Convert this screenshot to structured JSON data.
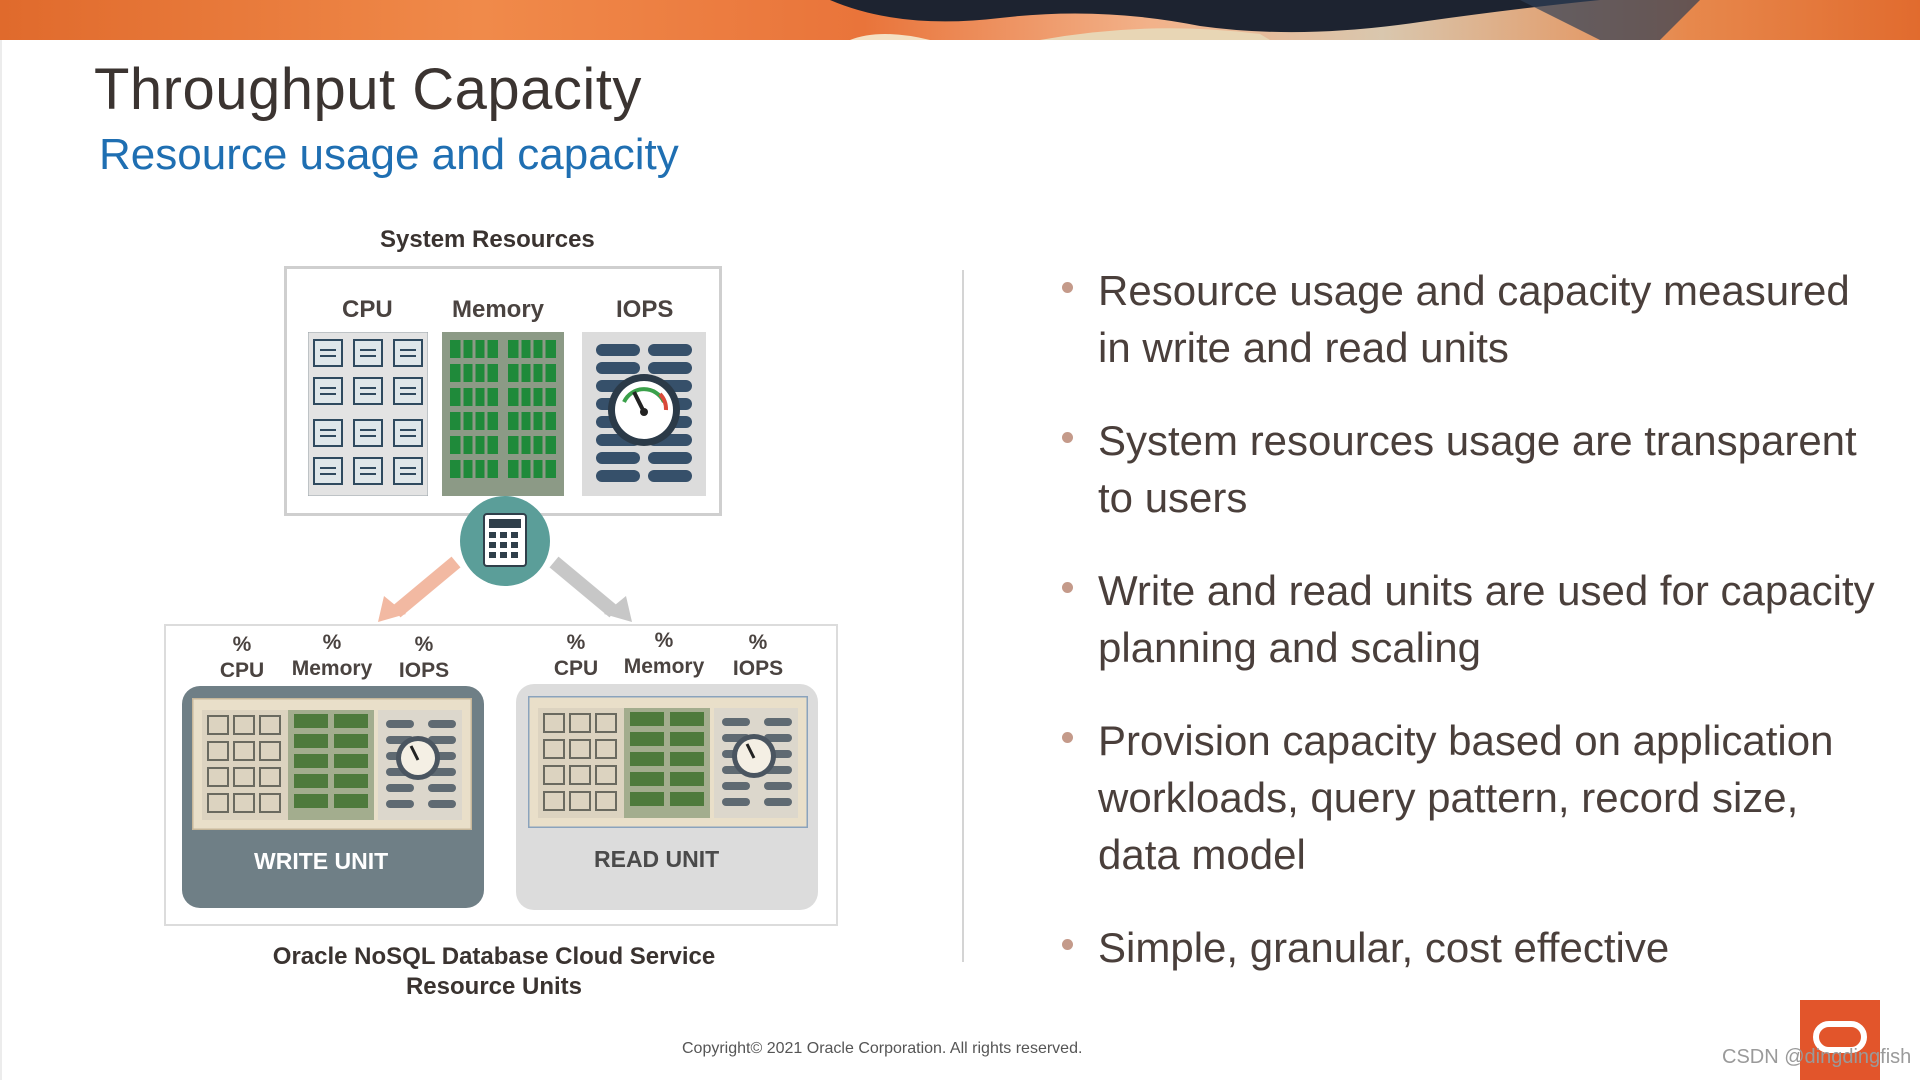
{
  "slide": {
    "title": "Throughput Capacity",
    "subtitle": "Resource usage and capacity"
  },
  "diagram": {
    "system_resources_label": "System Resources",
    "columns": [
      "CPU",
      "Memory",
      "IOPS"
    ],
    "percent_labels": [
      {
        "symbol": "%",
        "name": "CPU"
      },
      {
        "symbol": "%",
        "name": "Memory"
      },
      {
        "symbol": "%",
        "name": "IOPS"
      }
    ],
    "write_unit_label": "WRITE UNIT",
    "read_unit_label": "READ UNIT",
    "caption_line1": "Oracle NoSQL Database Cloud Service",
    "caption_line2": "Resource Units"
  },
  "bullets": [
    "Resource usage and capacity measured in write and read units",
    "System resources usage are transparent to users",
    "Write and read units are used for capacity planning and scaling",
    "Provision capacity based on application workloads, query pattern, record size, data model",
    "Simple, granular, cost effective"
  ],
  "footer": {
    "copyright": "Copyright© 2021 Oracle Corporation. All rights reserved.",
    "watermark": "CSDN @dingdingfish"
  },
  "colors": {
    "accent_orange": "#e2552b",
    "subtitle_blue": "#1f6fb2",
    "teal": "#5b9e99",
    "write_unit_gray": "#6f7f86",
    "read_unit_gray": "#dcdcdc"
  },
  "icons": [
    "cpu-chips-icon",
    "memory-modules-icon",
    "iops-gauge-icon",
    "calculator-icon",
    "oracle-logo-icon"
  ]
}
